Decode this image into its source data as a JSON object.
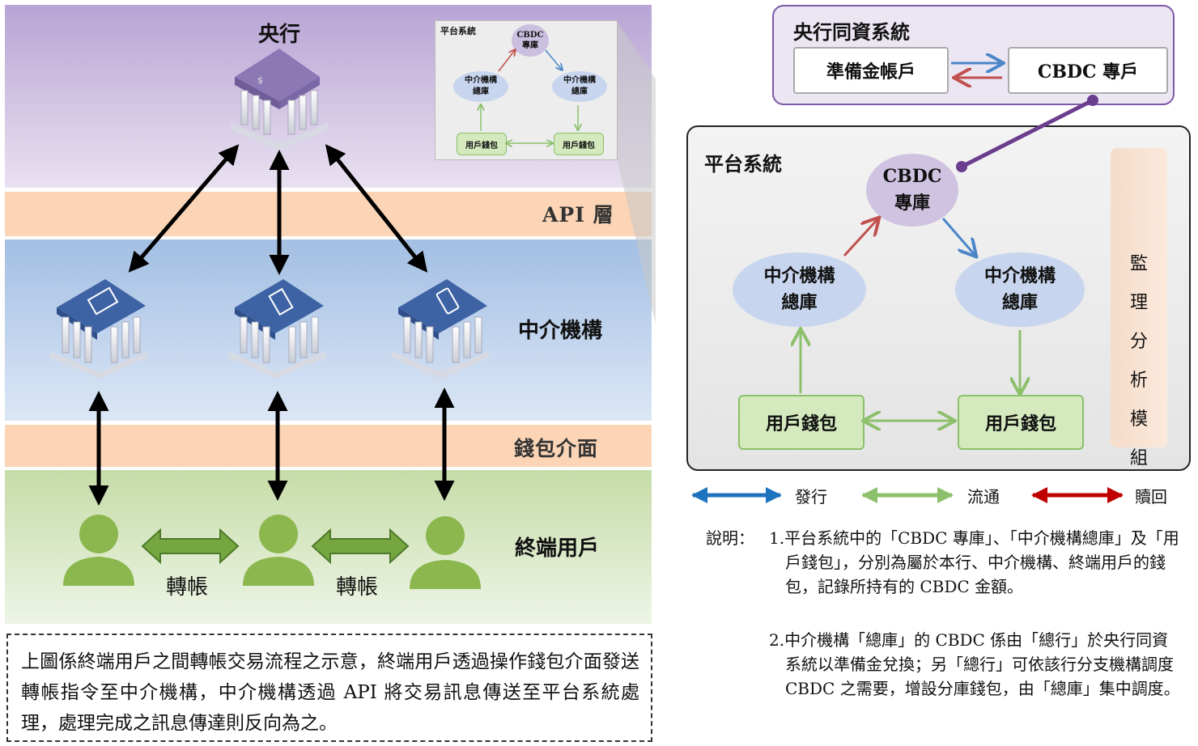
{
  "left": {
    "central_bank_label": "央行",
    "api_layer_label": "API 層",
    "intermediary_label": "中介機構",
    "wallet_interface_label": "錢包介面",
    "end_user_label": "終端用戶",
    "transfer_label_1": "轉帳",
    "transfer_label_2": "轉帳",
    "caption": "上圖係終端用戶之間轉帳交易流程之示意，終端用戶透過操作錢包介面發送轉帳指令至中介機構，中介機構透過 API 將交易訊息傳送至平台系統處理，處理完成之訊息傳達則反向為之。"
  },
  "thumbnail": {
    "title": "平台系統",
    "cbdc": "CBDC\n專庫",
    "inter_left": "中介機構\n總庫",
    "inter_right": "中介機構\n總庫",
    "wallet_left": "用戶錢包",
    "wallet_right": "用戶錢包"
  },
  "central_system": {
    "title": "央行同資系統",
    "reserve_account": "準備金帳戶",
    "cbdc_account": "CBDC 專戶"
  },
  "platform": {
    "title": "平台系統",
    "cbdc_vault": "CBDC\n專庫",
    "inter_left": "中介機構\n總庫",
    "inter_right": "中介機構\n總庫",
    "wallet_left": "用戶錢包",
    "wallet_right": "用戶錢包",
    "monitor": "監理分析模組"
  },
  "legend": [
    {
      "label": "發行",
      "color": "#1e73be"
    },
    {
      "label": "流通",
      "color": "#8cc06b"
    },
    {
      "label": "贖回",
      "color": "#c00000"
    }
  ],
  "notes": {
    "prefix": "說明：",
    "item1": "1.平台系統中的「CBDC 專庫」、「中介機構總庫」及「用戶錢包」，分別為屬於本行、中介機構、終端用戶的錢包，記錄所持有的 CBDC 金額。",
    "item2": "2.中介機構「總庫」的 CBDC 係由「總行」於央行同資系統以準備金兌換；另「總行」可依該行分支機構調度 CBDC 之需要，增設分庫錢包，由「總庫」集中調度。"
  },
  "colors": {
    "band_purple": "#c9b8de",
    "band_orange": "#fbd9bd",
    "band_blue": "#a9c4e6",
    "band_green": "#cfe3b5",
    "user_green": "#8cb74e",
    "platform_bg": "#eaeaea",
    "ellipse": "#c7d5ee"
  }
}
